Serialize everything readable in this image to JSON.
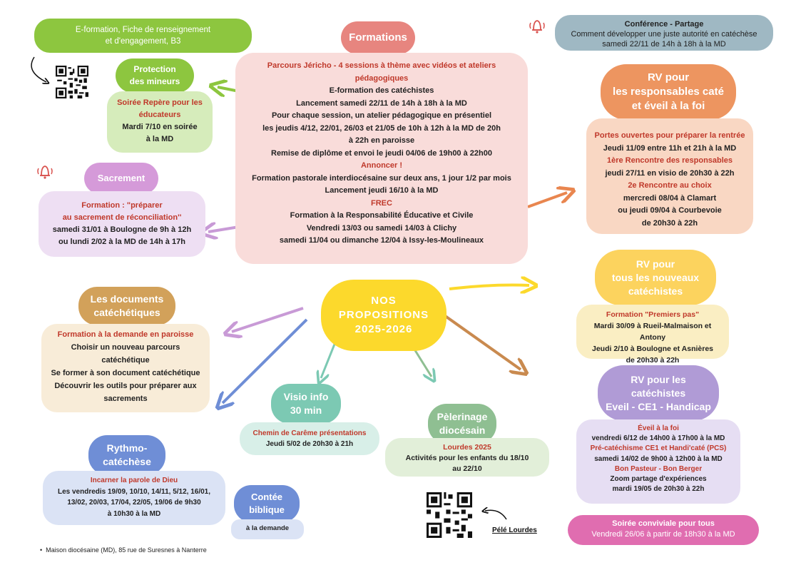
{
  "eformation_top": {
    "line1": "E-formation,  Fiche de renseignement",
    "line2": "et d'engagement, B3"
  },
  "conference": {
    "title": "Conférence - Partage",
    "line1": "Comment développer une juste autorité en catéchèse",
    "line2": "samedi 22/11 de 14h à 18h à la MD"
  },
  "formations": {
    "title": "Formations",
    "jericho_title1": "Parcours Jéricho - 4 sessions à thème avec vidéos et ateliers",
    "jericho_title2": "pédagogiques",
    "l1": "E-formation des catéchistes",
    "l2": "Lancement samedi 22/11 de 14h à 18h à la MD",
    "l3": "Pour chaque session, un atelier pédagogique en présentiel",
    "l4": "les jeudis 4/12, 22/01, 26/03 et 21/05 de 10h à 12h à la MD de 20h",
    "l5": "à 22h en paroisse",
    "l6": "Remise de diplôme et envoi le jeudi 04/06 de 19h00 à 22h00",
    "annoncer": "Annoncer !",
    "l7": "Formation pastorale interdiocésaine sur deux ans, 1 jour 1/2 par mois",
    "l8": "Lancement jeudi 16/10 à la MD",
    "frec": "FREC",
    "l9": "Formation à la Responsabilité Éducative et Civile",
    "l10": "Vendredi 13/03 ou samedi 14/03 à Clichy",
    "l11": "samedi 11/04 ou dimanche 12/04 à Issy-les-Moulineaux"
  },
  "protection": {
    "title1": "Protection",
    "title2": "des mineurs",
    "red1": "Soirée Repère pour les",
    "red2": "éducateurs",
    "l1": "Mardi 7/10 en soirée",
    "l2": "à la MD"
  },
  "sacrement": {
    "title": "Sacrement",
    "red1": "Formation : \"préparer",
    "red2": "au sacrement de réconciliation''",
    "l1": "samedi 31/01 à Boulogne de 9h à 12h",
    "l2": "ou lundi 2/02 à la MD de 14h à 17h"
  },
  "rv_resp": {
    "title1": "RV pour",
    "title2": "les responsables caté",
    "title3": "et  éveil à la foi",
    "red1": "Portes ouvertes pour préparer la rentrée",
    "l1": "Jeudi 11/09 entre 11h et 21h à la MD",
    "red2": "1ère Rencontre des responsables",
    "l2": "jeudi 27/11 en visio de 20h30 à  22h",
    "red3": "2e Rencontre au choix",
    "l3": "mercredi 08/04 à Clamart",
    "l4": "ou  jeudi 09/04 à Courbevoie",
    "l5": "de 20h30 à 22h"
  },
  "center": {
    "l1": "NOS",
    "l2": "PROPOSITIONS",
    "l3": "2025-2026"
  },
  "rv_nouveaux": {
    "title1": "RV pour",
    "title2": "tous les nouveaux",
    "title3": "catéchistes",
    "red1": "Formation \"Premiers pas\"",
    "l1": "Mardi 30/09 à Rueil-Malmaison et Antony",
    "l2": "Jeudi 2/10 à Boulogne et Asnières",
    "l3": "de 20h30 à 22h"
  },
  "documents": {
    "title1": "Les documents",
    "title2": "catéchétiques",
    "red1": "Formation à la demande en paroisse",
    "l1": "Choisir un nouveau parcours",
    "l2": "catéchétique",
    "l3": "Se former à son document catéchétique",
    "l4": "Découvrir les outils pour préparer aux",
    "l5": "sacrements"
  },
  "visio": {
    "title1": "Visio info",
    "title2": "30 min",
    "red1": "Chemin de Carême présentations",
    "l1": "Jeudi 5/02 de 20h30 à 21h"
  },
  "pelerinage": {
    "title1": "Pèlerinage",
    "title2": "diocésain",
    "red1": "Lourdes 2025",
    "l1": "Activités pour les enfants du 18/10",
    "l2": "au 22/10"
  },
  "rv_eveil": {
    "title1": "RV pour les",
    "title2": "catéchistes",
    "title3": "Eveil - CE1 - Handicap",
    "red1": "Éveil à la foi",
    "l1": "vendredi 6/12 de 14h00 à 17h00 à la MD",
    "red2": "Pré-catéchisme CE1 et Handi'caté (PCS)",
    "l2": "samedi 14/02 de 9h00 à 12h00 à la MD",
    "red3": "Bon Pasteur - Bon Berger",
    "l3": "Zoom partage d'expériences",
    "l4": "mardi 19/05 de 20h30 à 22h"
  },
  "rythmo": {
    "title1": "Rythmo-",
    "title2": "catéchèse",
    "red1": "Incarner la parole de Dieu",
    "l1": "Les vendredis 19/09, 10/10, 14/11, 5/12, 16/01,",
    "l2": "13/02, 20/03, 17/04, 22/05, 19/06 de 9h30",
    "l3": "à 10h30 à la MD"
  },
  "contee": {
    "title1": "Contée",
    "title2": "biblique",
    "l1": "à la demande"
  },
  "pele_lourdes": "Pélé Lourdes",
  "soiree": {
    "title": "Soirée conviviale pour tous",
    "l1": "Vendredi 26/06 à partir de 18h30 à la MD"
  },
  "footnote": "Maison diocésaine (MD), 85 rue de Suresnes à Nanterre",
  "colors": {
    "green": "#8dc63f",
    "grey_blue": "#9fb8c3",
    "pink": "#e7857f",
    "pink_light": "#f9dcda",
    "green_light": "#d6ecbb",
    "purple": "#c89ad6",
    "purple_light": "#eedff3",
    "orange": "#ed9560",
    "orange_light": "#f9d7c3",
    "yellow": "#fcd92c",
    "yellow_light": "#faeec3",
    "brown": "#d2a15a",
    "brown_light": "#f8ecd8",
    "teal": "#7cc9b3",
    "teal_light": "#d8efe8",
    "sage": "#8fbf92",
    "sage_light": "#e2efd9",
    "lavender": "#b09bd6",
    "lavender_light": "#e6def3",
    "blue": "#6f8ed6",
    "blue_light": "#dbe3f5",
    "magenta": "#e06db0",
    "red_text": "#c0392b"
  }
}
